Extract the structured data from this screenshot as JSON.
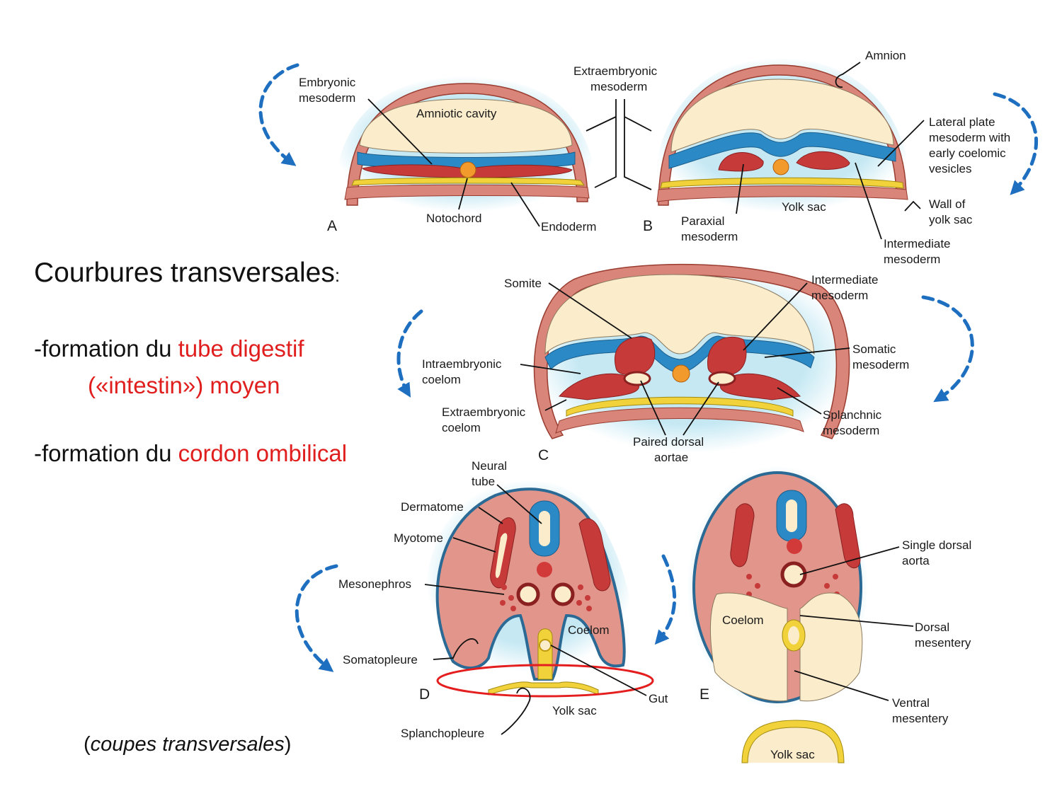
{
  "slide": {
    "title": "Courbures transversales",
    "title_colon": ":",
    "bullet1_prefix": "-formation du ",
    "bullet1_highlight": "tube digestif",
    "bullet1_line2": "(«intestin») moyen",
    "bullet2_prefix": "-formation du ",
    "bullet2_highlight": "cordon ombilical",
    "note_open": "(",
    "note_text": "coupes transversales",
    "note_close": ")",
    "highlight_color": "#e01e1e",
    "arrow_color": "#1f6fc0"
  },
  "diagram": {
    "panels": [
      "A",
      "B",
      "C",
      "D",
      "E"
    ],
    "labels": {
      "embryonic_mesoderm_1": "Embryonic",
      "embryonic_mesoderm_2": "mesoderm",
      "amniotic_cavity": "Amniotic cavity",
      "extraembryonic_mesoderm_1": "Extraembryonic",
      "extraembryonic_mesoderm_2": "mesoderm",
      "amnion": "Amnion",
      "lateral_plate_1": "Lateral plate",
      "lateral_plate_2": "mesoderm with",
      "lateral_plate_3": "early coelomic",
      "lateral_plate_4": "vesicles",
      "wall_yolk_1": "Wall of",
      "wall_yolk_2": "yolk sac",
      "notochord": "Notochord",
      "endoderm": "Endoderm",
      "paraxial_1": "Paraxial",
      "paraxial_2": "mesoderm",
      "yolk_sac_b": "Yolk sac",
      "intermediate_b_1": "Intermediate",
      "intermediate_b_2": "mesoderm",
      "somite": "Somite",
      "intermediate_c_1": "Intermediate",
      "intermediate_c_2": "mesoderm",
      "intraembryonic_1": "Intraembryonic",
      "intraembryonic_2": "coelom",
      "somatic_1": "Somatic",
      "somatic_2": "mesoderm",
      "extraembryonic_coelom_1": "Extraembryonic",
      "extraembryonic_coelom_2": "coelom",
      "splanchnic_1": "Splanchnic",
      "splanchnic_2": "mesoderm",
      "paired_1": "Paired dorsal",
      "paired_2": "aortae",
      "neural_1": "Neural",
      "neural_2": "tube",
      "dermatome": "Dermatome",
      "myotome": "Myotome",
      "mesonephros": "Mesonephros",
      "coelom_d": "Coelom",
      "somatopleure": "Somatopleure",
      "gut": "Gut",
      "yolk_sac_d": "Yolk sac",
      "splanchnopleure": "Splanchopleure",
      "single_aorta_1": "Single dorsal",
      "single_aorta_2": "aorta",
      "coelom_e": "Coelom",
      "dorsal_mes_1": "Dorsal",
      "dorsal_mes_2": "mesentery",
      "ventral_mes_1": "Ventral",
      "ventral_mes_2": "mesentery",
      "yolk_sac_e": "Yolk sac"
    }
  }
}
